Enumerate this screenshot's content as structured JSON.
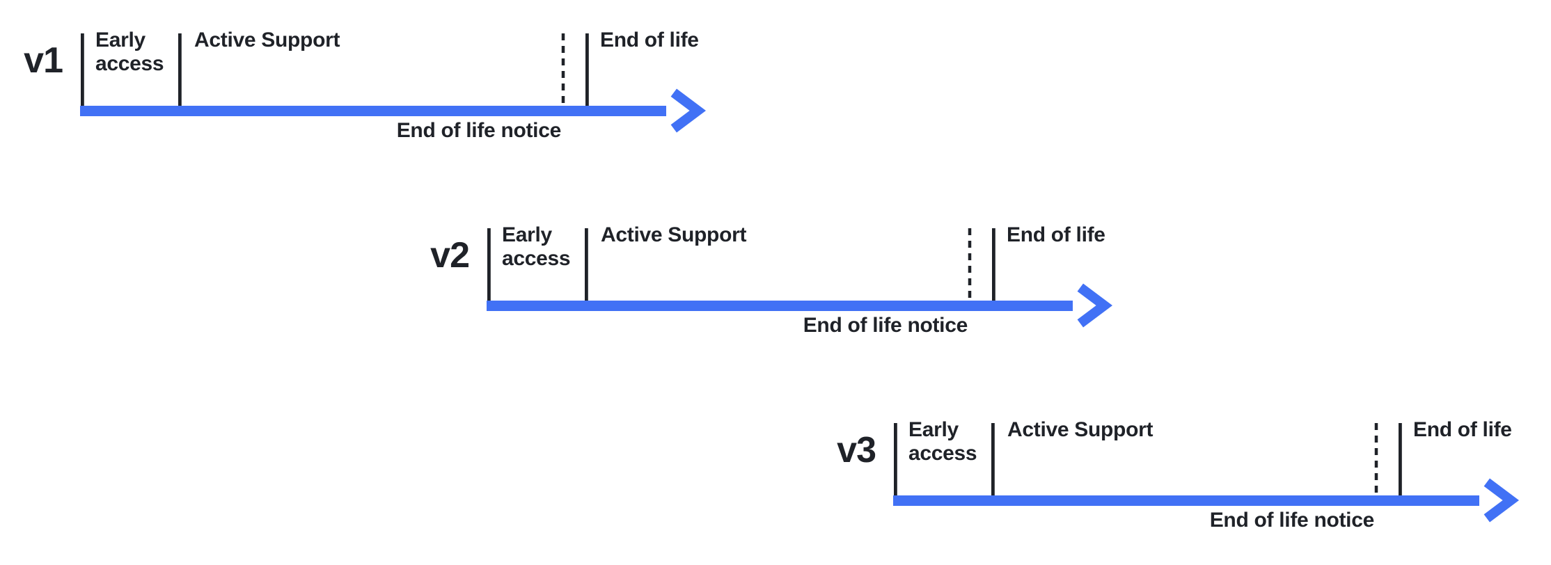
{
  "colors": {
    "accent_blue": "#4171F5",
    "ink": "#1F2228",
    "background": "#FFFFFF"
  },
  "timelines": [
    {
      "version": "v1",
      "labels": {
        "early_access": "Early access",
        "active_support": "Active Support",
        "end_of_life": "End of life",
        "end_of_life_notice": "End of life notice"
      }
    },
    {
      "version": "v2",
      "labels": {
        "early_access": "Early access",
        "active_support": "Active Support",
        "end_of_life": "End of life",
        "end_of_life_notice": "End of life notice"
      }
    },
    {
      "version": "v3",
      "labels": {
        "early_access": "Early access",
        "active_support": "Active Support",
        "end_of_life": "End of life",
        "end_of_life_notice": "End of life notice"
      }
    }
  ]
}
